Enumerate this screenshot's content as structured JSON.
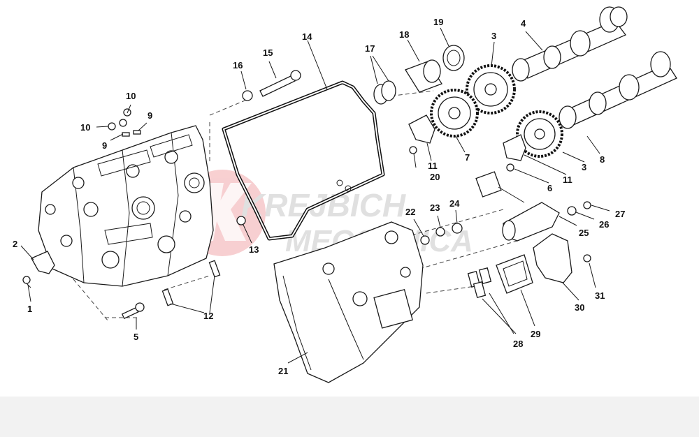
{
  "watermark": {
    "line1": "KREJBICH",
    "line2": "MECCANICA",
    "color": "#e8222b"
  },
  "callouts": [
    {
      "id": "c1",
      "text": "1"
    },
    {
      "id": "c2",
      "text": "2"
    },
    {
      "id": "c3a",
      "text": "3"
    },
    {
      "id": "c3b",
      "text": "3"
    },
    {
      "id": "c4",
      "text": "4"
    },
    {
      "id": "c5",
      "text": "5"
    },
    {
      "id": "c6",
      "text": "6"
    },
    {
      "id": "c7",
      "text": "7"
    },
    {
      "id": "c8",
      "text": "8"
    },
    {
      "id": "c9a",
      "text": "9"
    },
    {
      "id": "c9b",
      "text": "9"
    },
    {
      "id": "c10a",
      "text": "10"
    },
    {
      "id": "c10b",
      "text": "10"
    },
    {
      "id": "c11a",
      "text": "11"
    },
    {
      "id": "c11b",
      "text": "11"
    },
    {
      "id": "c12",
      "text": "12"
    },
    {
      "id": "c13",
      "text": "13"
    },
    {
      "id": "c14",
      "text": "14"
    },
    {
      "id": "c15",
      "text": "15"
    },
    {
      "id": "c16",
      "text": "16"
    },
    {
      "id": "c17",
      "text": "17"
    },
    {
      "id": "c18",
      "text": "18"
    },
    {
      "id": "c19",
      "text": "19"
    },
    {
      "id": "c20",
      "text": "20"
    },
    {
      "id": "c21",
      "text": "21"
    },
    {
      "id": "c22",
      "text": "22"
    },
    {
      "id": "c23",
      "text": "23"
    },
    {
      "id": "c24",
      "text": "24"
    },
    {
      "id": "c25",
      "text": "25"
    },
    {
      "id": "c26",
      "text": "26"
    },
    {
      "id": "c27",
      "text": "27"
    },
    {
      "id": "c28",
      "text": "28"
    },
    {
      "id": "c29",
      "text": "29"
    },
    {
      "id": "c30",
      "text": "30"
    },
    {
      "id": "c31",
      "text": "31"
    }
  ]
}
